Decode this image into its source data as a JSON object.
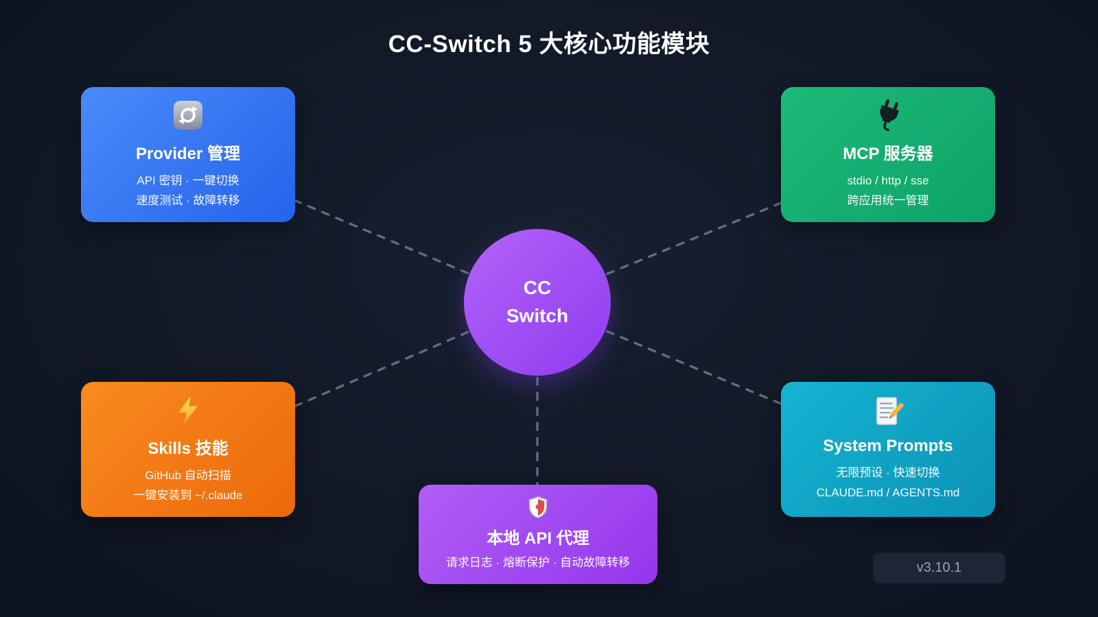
{
  "page": {
    "title": "CC-Switch 5 大核心功能模块"
  },
  "center": {
    "line1": "CC",
    "line2": "Switch",
    "color_from": "#b264f8",
    "color_to": "#8f3bf0"
  },
  "modules": [
    {
      "id": "provider",
      "icon": "sync-icon",
      "title": "Provider 管理",
      "lines": [
        "API 密钥 · 一键切换",
        "速度测试 · 故障转移"
      ],
      "color_from": "#4a8bf9",
      "color_to": "#2563eb"
    },
    {
      "id": "mcp",
      "icon": "plug-icon",
      "title": "MCP 服务器",
      "lines": [
        "stdio / http / sse",
        "跨应用统一管理"
      ],
      "color_from": "#1cba79",
      "color_to": "#0ea268"
    },
    {
      "id": "skills",
      "icon": "lightning-icon",
      "title": "Skills 技能",
      "lines": [
        "GitHub 自动扫描",
        "一键安装到 ~/.claude"
      ],
      "color_from": "#fa8a1f",
      "color_to": "#ec690b"
    },
    {
      "id": "proxy",
      "icon": "shield-icon",
      "title": "本地 API 代理",
      "lines": [
        "请求日志 · 熔断保护 · 自动故障转移"
      ],
      "color_from": "#b05ef7",
      "color_to": "#9436ec"
    },
    {
      "id": "system-prompts",
      "icon": "memo-icon",
      "title": "System Prompts",
      "lines": [
        "无限预设 · 快速切换",
        "CLAUDE.md / AGENTS.md"
      ],
      "color_from": "#16b4d2",
      "color_to": "#0b92b6"
    }
  ],
  "footer": {
    "version": "v3.10.1"
  }
}
